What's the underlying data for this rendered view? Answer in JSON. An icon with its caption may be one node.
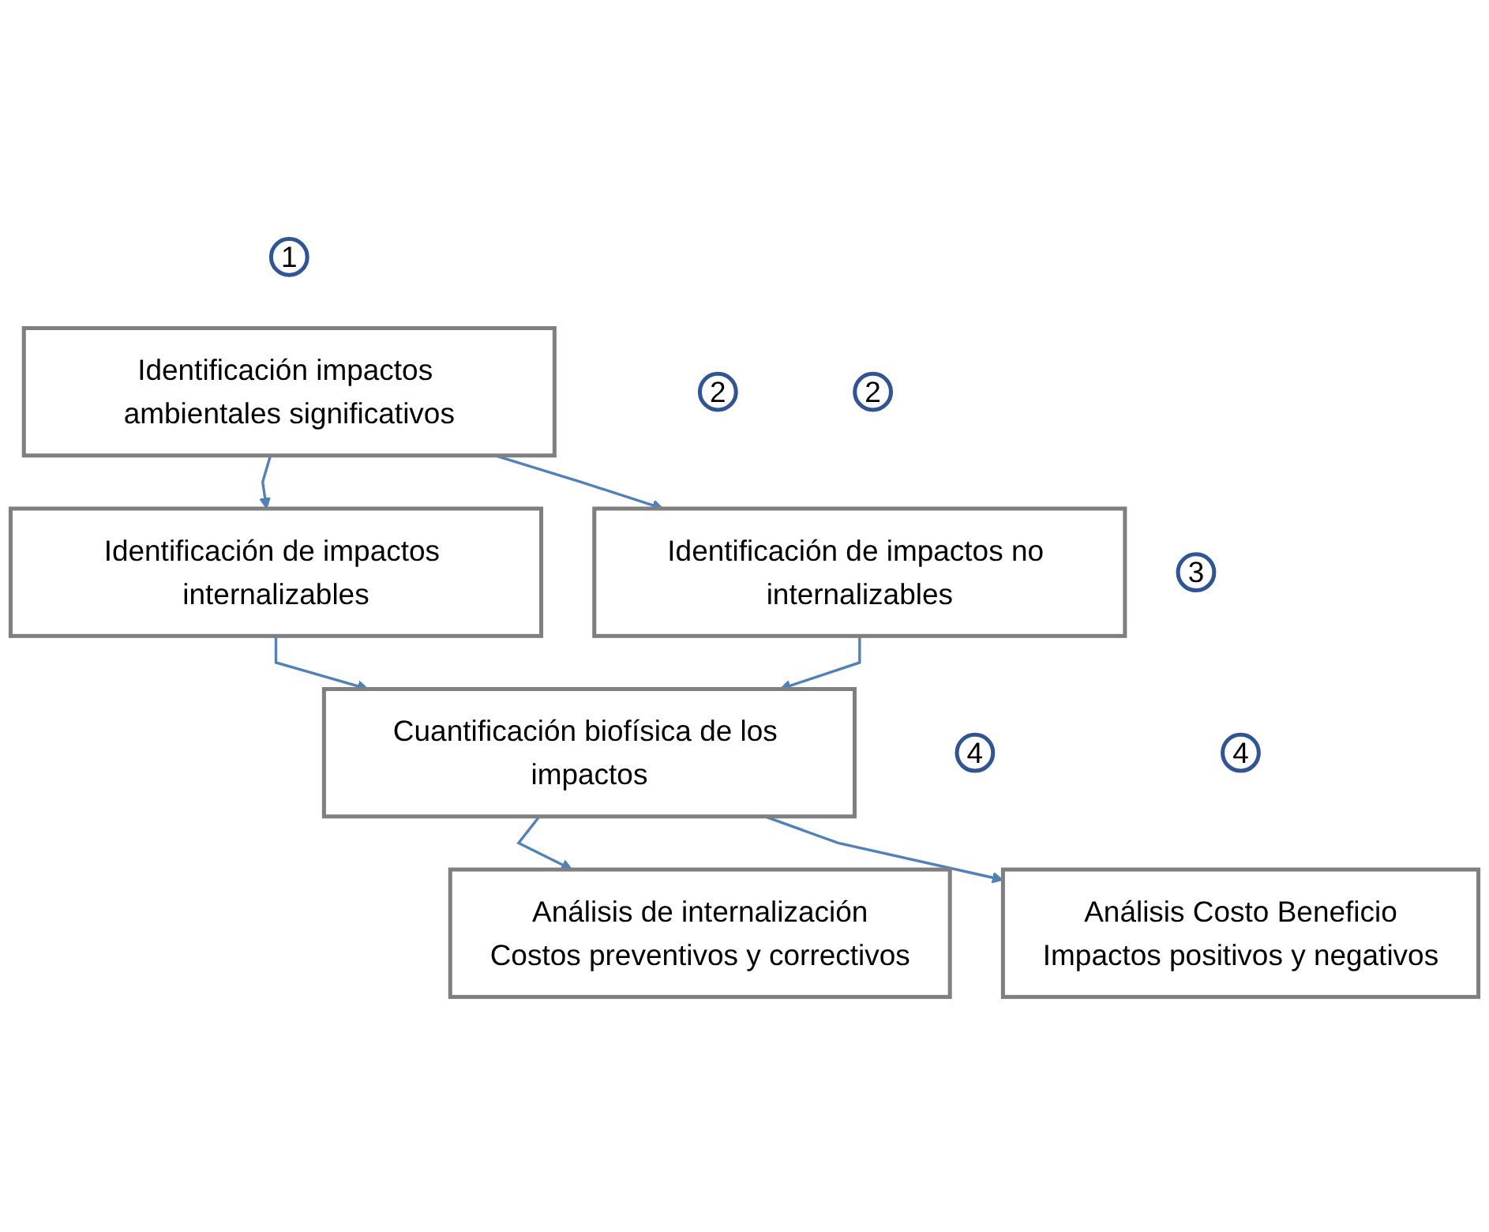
{
  "diagram": {
    "nodes": [
      {
        "text": [
          "1"
        ]
      },
      {
        "text": [
          "Identificación impactos ambientales significativos"
        ]
      },
      {
        "text": [
          "2"
        ]
      },
      {
        "text": [
          "Identificación de impactos internalizables"
        ]
      },
      {
        "text": [
          "2"
        ]
      },
      {
        "text": [
          "Identificación de impactos no internalizables"
        ]
      },
      {
        "text": [
          "3"
        ]
      },
      {
        "text": [
          "Cuantificación biofísica de los impactos"
        ]
      },
      {
        "text": [
          "4"
        ]
      },
      {
        "text": [
          "Análisis de internalización",
          "Costos preventivos y correctivos"
        ]
      },
      {
        "text": [
          "4"
        ]
      },
      {
        "text": [
          "Análisis Costo Beneficio",
          "Impactos positivos y negativos"
        ]
      }
    ],
    "edges": [
      {
        "from": 1,
        "to": 3,
        "arrow": "to"
      },
      {
        "from": 1,
        "to": 5,
        "arrow": "to"
      },
      {
        "from": 3,
        "to": 7,
        "arrow": "to"
      },
      {
        "from": 5,
        "to": 7,
        "arrow": "to"
      },
      {
        "from": 7,
        "to": 9,
        "arrow": "to"
      },
      {
        "from": 7,
        "to": 11,
        "arrow": "to"
      }
    ]
  }
}
